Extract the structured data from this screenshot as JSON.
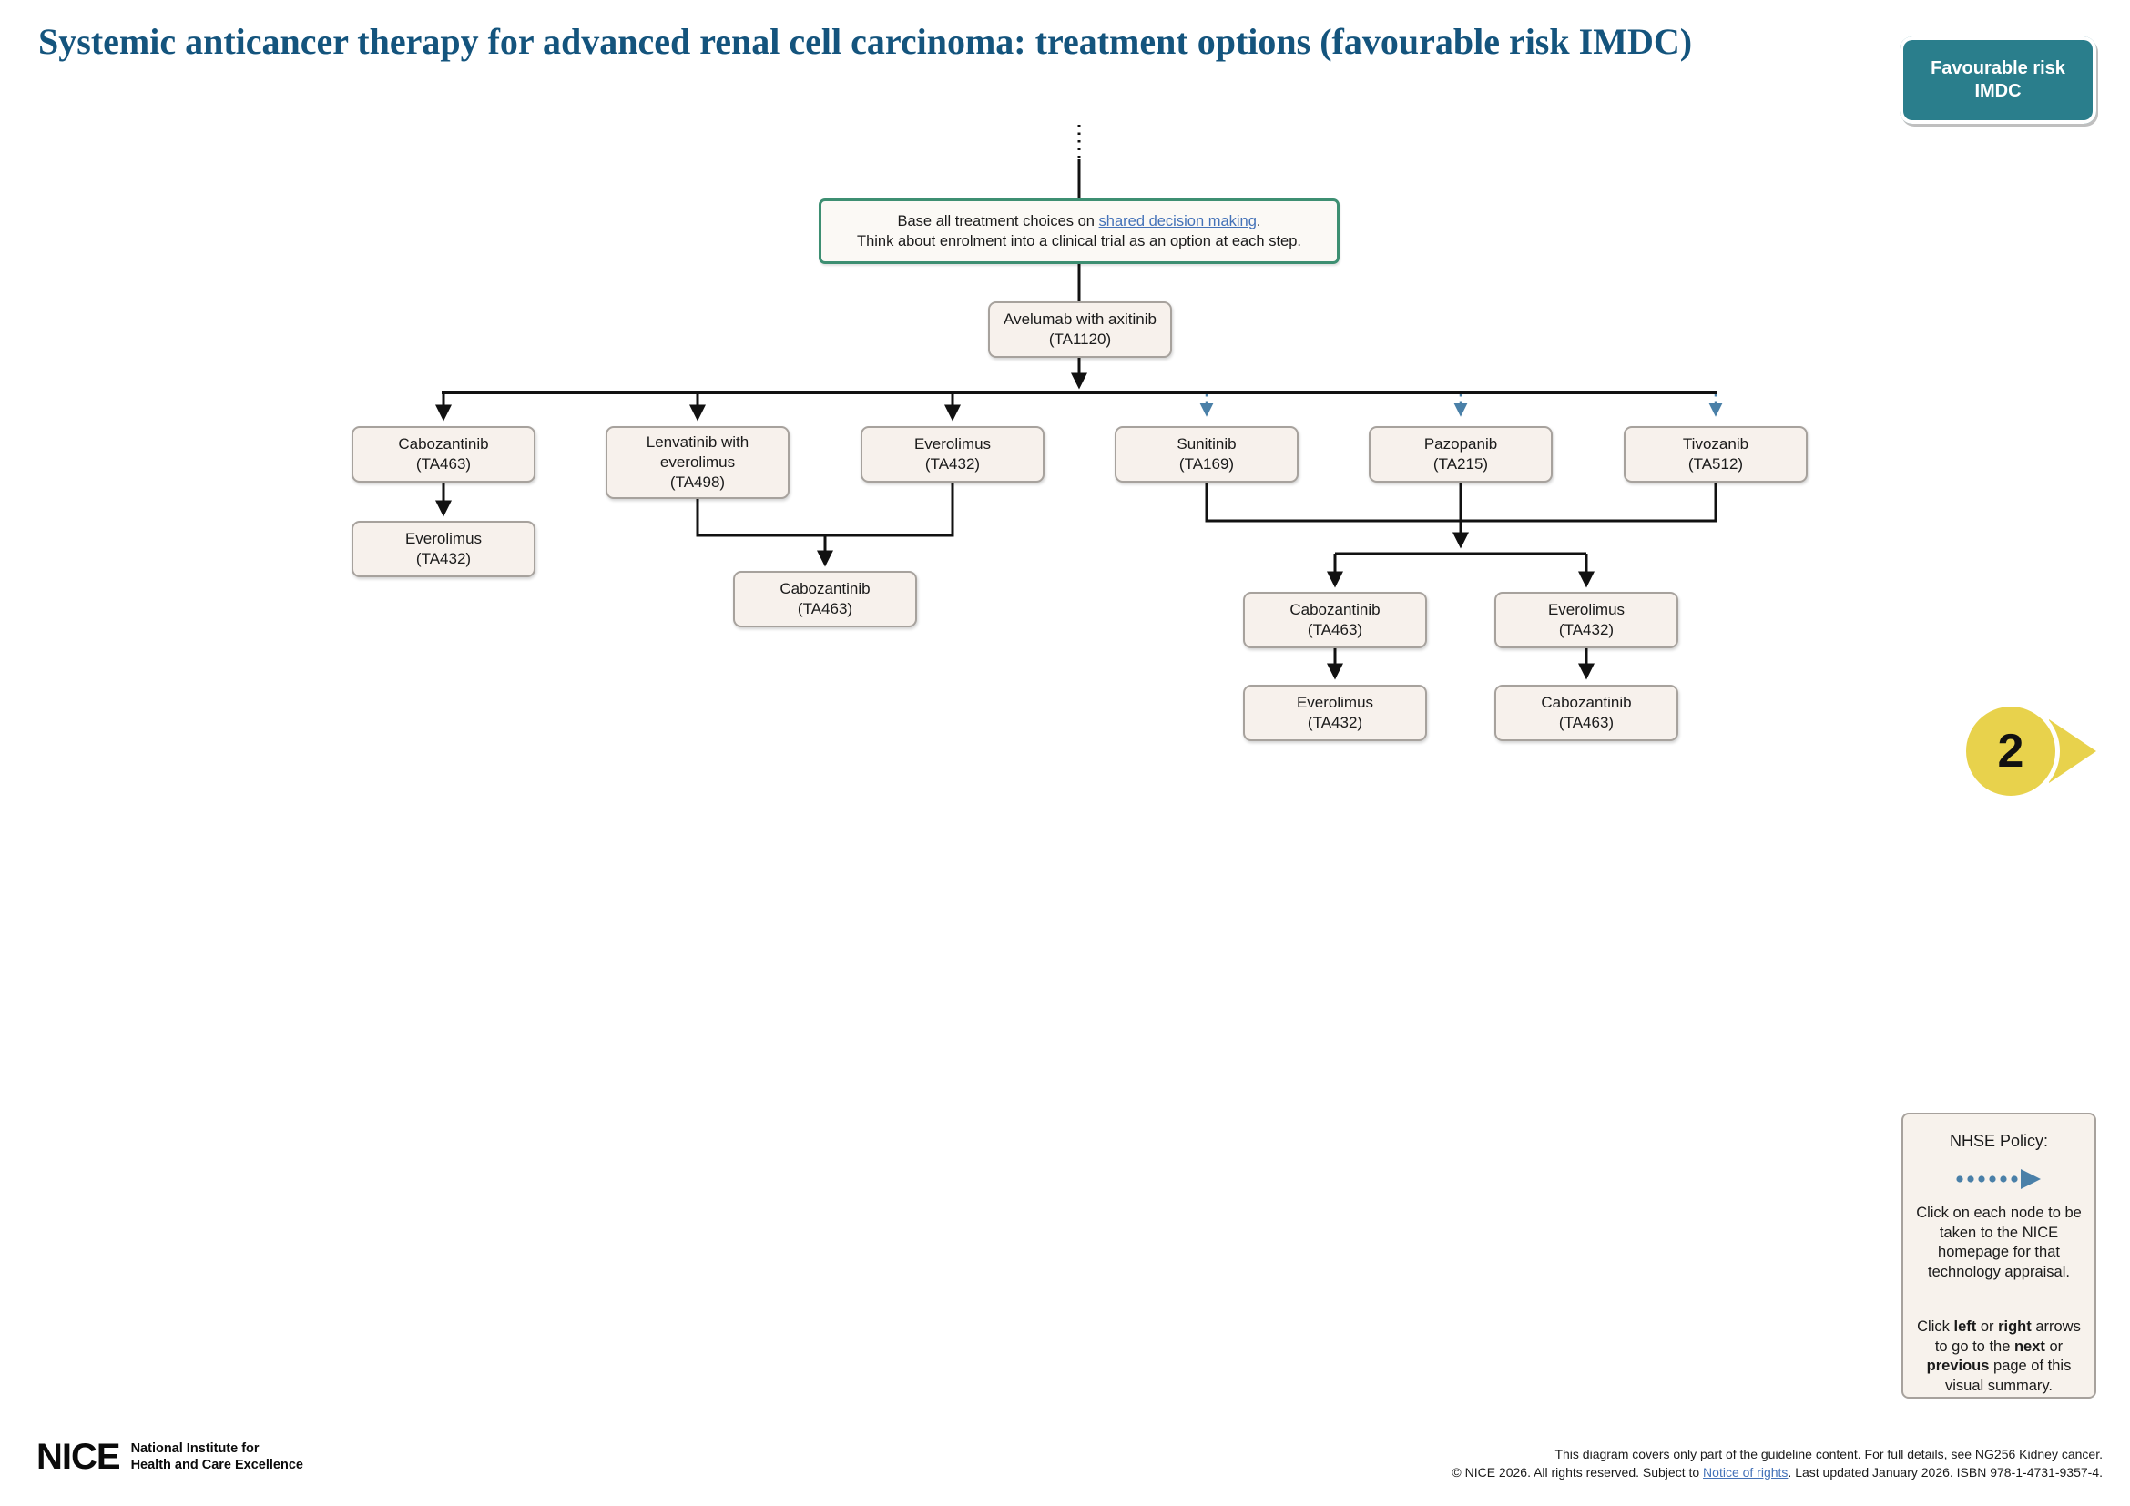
{
  "title": "Systemic anticancer therapy for advanced renal cell carcinoma: treatment options (favourable risk IMDC)",
  "badge": {
    "line1": "Favourable risk",
    "line2": "IMDC"
  },
  "pagination": {
    "page_number": "2",
    "next_icon": "triangle-right-icon"
  },
  "decision_note": {
    "segments": [
      "Base all treatment choices on ",
      "shared decision making",
      "."
    ],
    "line2": "Think about enrolment into a clinical trial as an option at each step."
  },
  "nodes": {
    "avelumab_axitinib": {
      "label": "Avelumab with axitinib",
      "code": "(TA1120)"
    },
    "cabozantinib": {
      "label": "Cabozantinib",
      "code": "(TA463)"
    },
    "lenvatinib_everolimus": {
      "label": "Lenvatinib with everolimus",
      "code": "(TA498)"
    },
    "everolimus": {
      "label": "Everolimus",
      "code": "(TA432)"
    },
    "sunitinib": {
      "label": "Sunitinib",
      "code": "(TA169)"
    },
    "pazopanib": {
      "label": "Pazopanib",
      "code": "(TA215)"
    },
    "tivozanib": {
      "label": "Tivozanib",
      "code": "(TA512)"
    }
  },
  "legend": {
    "title": "NHSE Policy:",
    "arrow_icon": "nhse-dotted-arrow-right",
    "para1": "Click on each node to be taken to the NICE homepage for that technology appraisal.",
    "para2_segments": [
      "Click ",
      "left",
      " or ",
      "right",
      " arrows to go to the ",
      "next",
      " or ",
      "previous",
      " page of this visual summary."
    ]
  },
  "footer": {
    "logo": "NICE",
    "logo_line1": "National Institute for",
    "logo_line2": "Health and Care Excellence",
    "note_line1": "This diagram covers only part of the guideline content. For full details, see NG256 Kidney cancer.",
    "copyright_segments": [
      "© NICE 2026. All rights reserved. Subject to ",
      "Notice of rights",
      ". Last updated January 2026. ISBN 978-1-4731-9357-4."
    ]
  },
  "colors": {
    "title_text": "#14547d",
    "badge_teal": "#2a7e8c",
    "decision_border_green": "#3d8f72",
    "link_blue": "#4472b8",
    "nhse_arrow_blue": "#4a80a8",
    "page_circle_yellow": "#e8d24c",
    "node_fill": "#f7f1ec",
    "node_border": "#a7a29d"
  }
}
